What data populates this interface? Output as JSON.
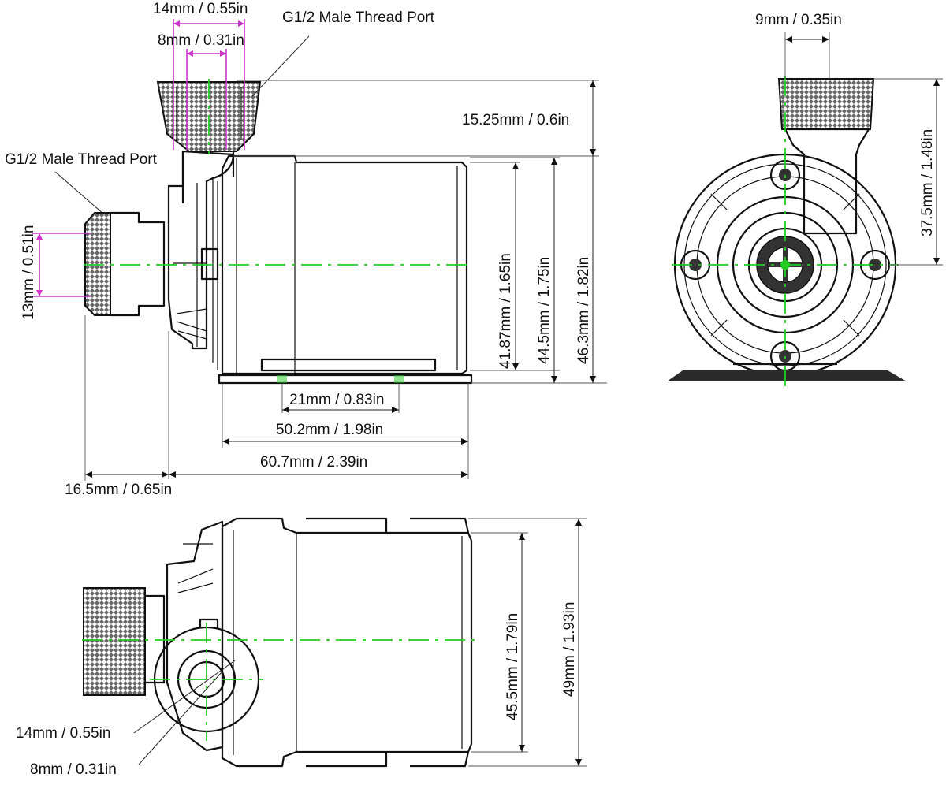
{
  "figure": {
    "side_view": {
      "top_port_outer": "14mm / 0.55in",
      "top_port_inner": "8mm / 0.31in",
      "top_port_label": "G1/2 Male Thread Port",
      "side_port_label": "G1/2 Male Thread Port",
      "port_height": "15.25mm / 0.6in",
      "inlet_bore": "13mm / 0.51in",
      "body_height_1": "41.87mm / 1.65in",
      "body_height_2": "44.5mm / 1.75in",
      "body_height_3": "46.3mm / 1.82in",
      "foot_spacing": "21mm / 0.83in",
      "base_length": "50.2mm / 1.98in",
      "body_length": "60.7mm / 2.39in",
      "inlet_length": "16.5mm / 0.65in"
    },
    "front_view": {
      "outlet_bore": "9mm / 0.35in",
      "outlet_height": "37.5mm / 1.48in"
    },
    "top_view": {
      "outer_diameter": "14mm / 0.55in",
      "inner_diameter": "8mm / 0.31in",
      "height_1": "45.5mm / 1.79in",
      "height_2": "49mm / 1.93in"
    }
  },
  "colors": {
    "outline": "#111111",
    "dimension_highlight": "#cc33cc",
    "centerline": "#22cc22"
  }
}
